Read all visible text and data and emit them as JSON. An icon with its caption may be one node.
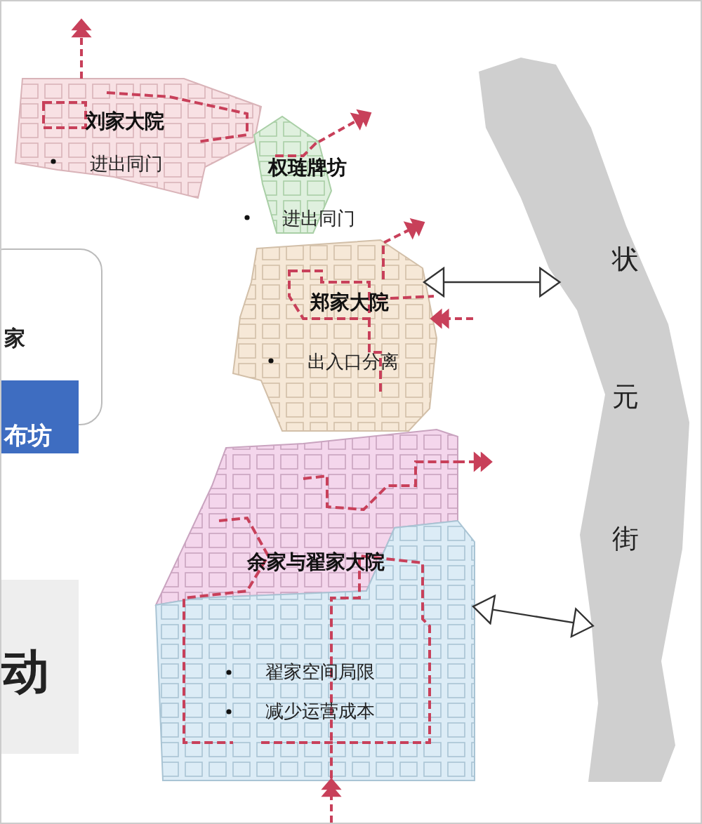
{
  "diagram": {
    "nodes": [
      {
        "text": [
          "刘家大院",
          "进出同门"
        ]
      },
      {
        "text": [
          "权琏牌坊",
          "进出同门"
        ]
      },
      {
        "text": [
          "郑家大院",
          "出入口分离"
        ]
      },
      {
        "text": [
          "余家与翟家大院",
          "翟家空间局限",
          "减少运营成本"
        ]
      },
      {
        "text": [
          "状元街"
        ]
      },
      {
        "text": [
          "家"
        ]
      },
      {
        "text": [
          "布坊"
        ]
      },
      {
        "text": [
          "动"
        ]
      }
    ],
    "edges": [
      {
        "from": 2,
        "to": 4,
        "arrow": "both",
        "color": "#333333"
      },
      {
        "from": 3,
        "to": 4,
        "arrow": "both",
        "color": "#333333"
      },
      {
        "from": 0,
        "to": null,
        "arrow": "to",
        "style": "dashed"
      },
      {
        "from": 1,
        "to": null,
        "arrow": "to",
        "style": "dashed"
      },
      {
        "from": 2,
        "to": null,
        "arrow": "to",
        "style": "dashed"
      },
      {
        "from": null,
        "to": 2,
        "arrow": "to",
        "style": "dashed"
      },
      {
        "from": 3,
        "to": null,
        "arrow": "to",
        "style": "dashed"
      },
      {
        "from": null,
        "to": 3,
        "arrow": "to",
        "style": "dashed"
      }
    ]
  }
}
